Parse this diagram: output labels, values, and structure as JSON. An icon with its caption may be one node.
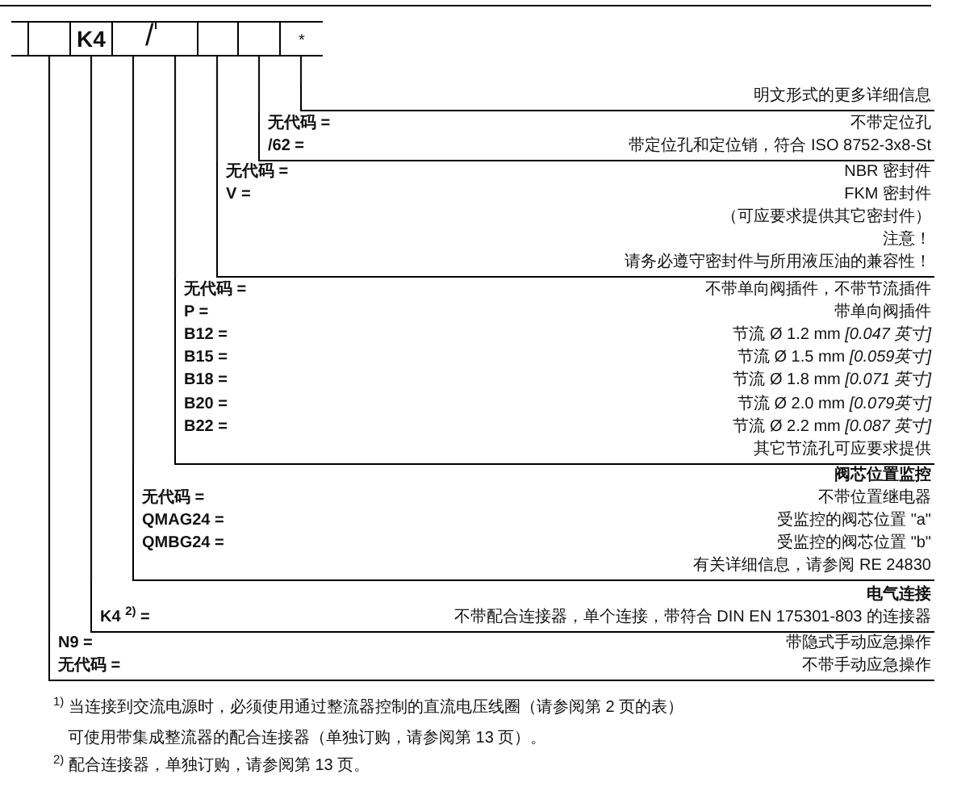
{
  "diagram": {
    "nodes": [
      {
        "text": [],
        "shape": "box"
      },
      {
        "text": [
          "K4"
        ]
      },
      {
        "text": [],
        "shape": "box"
      },
      {
        "text": [],
        "shape": "box"
      },
      {
        "text": [],
        "shape": "box"
      },
      {
        "text": [],
        "shape": "box"
      },
      {
        "text": [
          "*"
        ]
      },
      {
        "text": [
          "明文形式的更多详细信息"
        ]
      },
      {
        "text": [
          "无代码 =",
          "不带定位孔",
          "/62 =",
          "带定位孔和定位销，符合 ISO 8752-3x8-St"
        ]
      },
      {
        "text": [
          "无代码 =",
          "NBR 密封件",
          "V =",
          "FKM 密封件",
          "（可应要求提供其它密封件）",
          "注意！",
          "请务必遵守密封件与所用液压油的兼容性！"
        ]
      },
      {
        "text": [
          "无代码 =",
          "不带单向阀插件，不带节流插件",
          "P =",
          "带单向阀插件",
          "B12 =",
          "节流 Ø 1.2 mm *[0.047 英寸]*",
          "B15 =",
          "节流 Ø 1.5 mm *[0.059英寸]*",
          "B18 =",
          "节流 Ø 1.8 mm *[0.071 英寸]*",
          "B20 =",
          "节流 Ø 2.0 mm *[0.079英寸]*",
          "B22 =",
          "节流 Ø 2.2 mm *[0.087 英寸]*",
          "其它节流孔可应要求提供"
        ]
      },
      {
        "text": [
          "阀芯位置监控",
          "无代码 =",
          "不带位置继电器",
          "QMAG24 =",
          "受监控的阀芯位置 \"a\"",
          "QMBG24 =",
          "受监控的阀芯位置 \"b\"",
          "有关详细信息，请参阅 RE 24830"
        ]
      },
      {
        "text": [
          "电气连接",
          "K4 $^{2)}$ =",
          "不带配合连接器，单个连接，带符合 DIN EN 175301-803 的连接器"
        ]
      },
      {
        "text": [
          "N9 =",
          "带隐式手动应急操作",
          "无代码 =",
          "不带手动应急操作"
        ]
      }
    ],
    "edges": [
      {
        "from": 0,
        "to": 13,
        "arrow": "none"
      },
      {
        "from": 1,
        "to": 12,
        "arrow": "none"
      },
      {
        "from": 2,
        "to": 11,
        "arrow": "none"
      },
      {
        "from": 3,
        "to": 10,
        "arrow": "none"
      },
      {
        "from": 4,
        "to": 9,
        "arrow": "none"
      },
      {
        "from": 5,
        "to": 8,
        "arrow": "none"
      },
      {
        "from": 6,
        "to": 7,
        "arrow": "none"
      }
    ],
    "labels": [
      "/",
      "$^{1)}$ 当连接到交流电源时，必须使用通过整流器控制的直流电压线圈（请参阅第 2 页的表）",
      "可使用带集成整流器的配合连接器（单独订购，请参阅第 13 页）。",
      "$^{2)}$ 配合连接器，单独订购，请参阅第 13 页。"
    ]
  }
}
